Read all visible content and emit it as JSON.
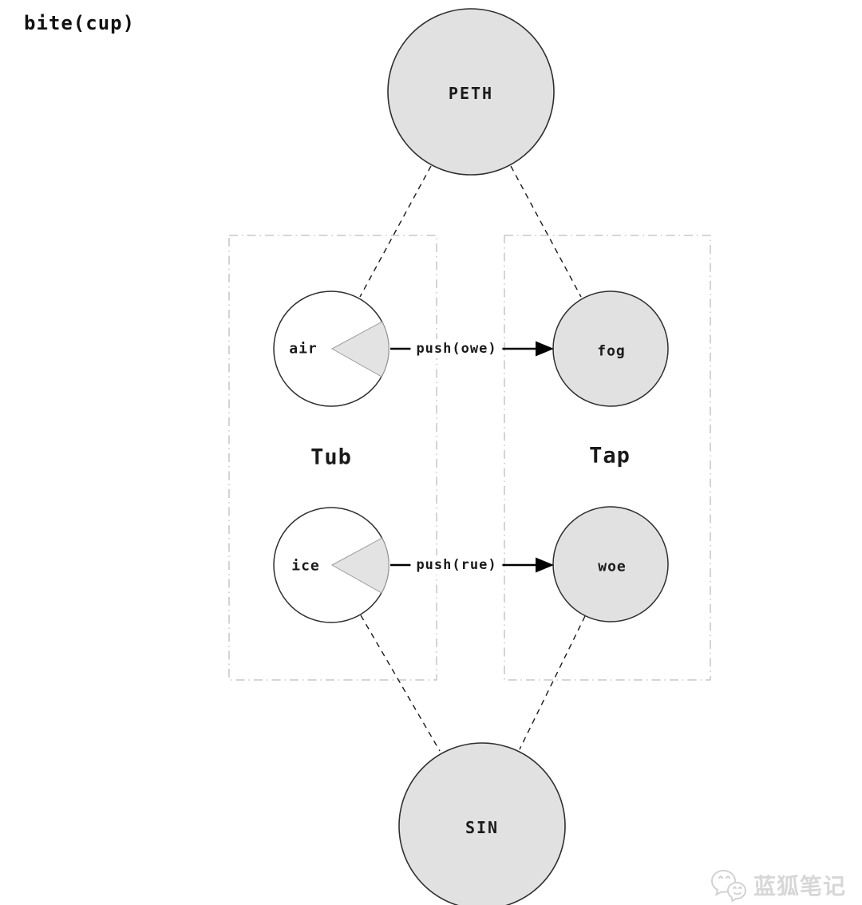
{
  "title": "bite(cup)",
  "diagram": {
    "nodes": {
      "peth": {
        "label": "PETH",
        "shape": "circle",
        "fill": "#e1e1e1"
      },
      "sin": {
        "label": "SIN",
        "shape": "circle",
        "fill": "#e1e1e1"
      },
      "air": {
        "label": "air",
        "shape": "circle-with-wedge",
        "fill": "#ffffff"
      },
      "ice": {
        "label": "ice",
        "shape": "circle-with-wedge",
        "fill": "#ffffff"
      },
      "fog": {
        "label": "fog",
        "shape": "circle",
        "fill": "#e1e1e1"
      },
      "woe": {
        "label": "woe",
        "shape": "circle",
        "fill": "#e1e1e1"
      }
    },
    "groups": {
      "tub": {
        "label": "Tub",
        "style": "dash-dot-box"
      },
      "tap": {
        "label": "Tap",
        "style": "dash-dot-box"
      }
    },
    "edges": {
      "air_fog": {
        "label": "push(owe)",
        "type": "solid-arrow",
        "from": "air",
        "to": "fog"
      },
      "ice_woe": {
        "label": "push(rue)",
        "type": "solid-arrow",
        "from": "ice",
        "to": "woe"
      },
      "peth_air": {
        "type": "dashed",
        "from": "peth",
        "to": "air"
      },
      "peth_fog": {
        "type": "dashed",
        "from": "peth",
        "to": "fog"
      },
      "ice_sin": {
        "type": "dashed",
        "from": "ice",
        "to": "sin"
      },
      "woe_sin": {
        "type": "dashed",
        "from": "woe",
        "to": "sin"
      }
    },
    "colors": {
      "node_fill_gray": "#e1e1e1",
      "node_stroke": "#2f2f2f",
      "wedge_fill": "#e3e3e3",
      "wedge_stroke": "#9f9f9f",
      "group_border": "#bdbdbd",
      "edge_color": "#000000",
      "text_color": "#1a1a1a",
      "watermark_color": "#d7d7d7"
    }
  },
  "watermark": {
    "text": "蓝狐笔记",
    "icon": "wechat-chat-bubbles-icon"
  }
}
